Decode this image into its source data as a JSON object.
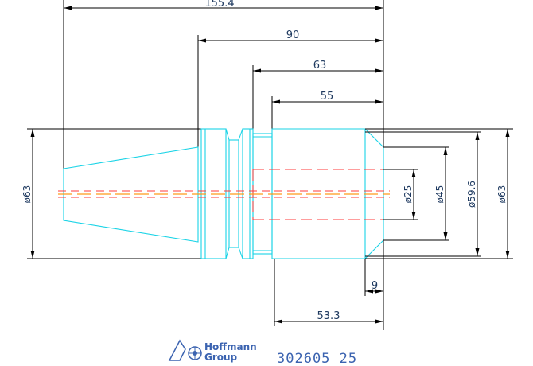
{
  "dimensions": {
    "overall_length": "155.4",
    "length_90": "90",
    "length_63": "63",
    "length_55": "55",
    "diameter_left": "ø63",
    "bore_diameter": "ø25",
    "dia_45": "ø45",
    "dia_59_6": "ø59.6",
    "dia_right": "ø63",
    "chamfer_9": "9",
    "length_53_3": "53.3"
  },
  "brand": {
    "name_line1": "Hoffmann",
    "name_line2": "Group",
    "part_number": "302605 25"
  },
  "colors": {
    "outline": "#19d3e6",
    "dimension_lines": "#000000",
    "hidden_lines": "#ff3b3b",
    "centerline": "#ff9a1a",
    "brand": "#3b63b0"
  }
}
